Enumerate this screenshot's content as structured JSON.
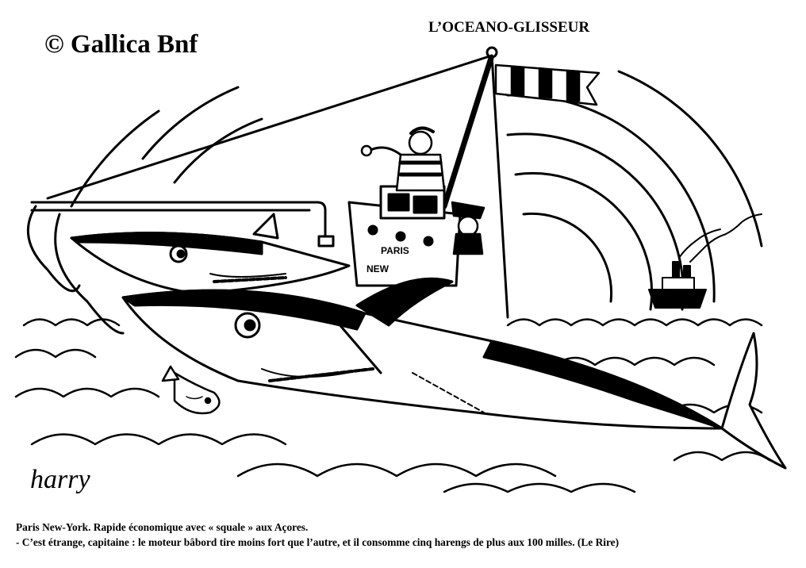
{
  "watermark": "© Gallica Bnf",
  "title": "L’OCEANO-GLISSEUR",
  "signature": "harry",
  "hull_text": [
    "PARIS",
    "NEW"
  ],
  "caption": {
    "line1": "Paris New-York. Rapide économique avec « squale » aux Açores.",
    "line2": "- C’est étrange, capitaine : le moteur bâbord tire moins fort que l’autre, et il consomme cinq harengs de plus aux 100 milles. (Le Rire)"
  },
  "colors": {
    "ink": "#000000",
    "paper": "#ffffff"
  }
}
